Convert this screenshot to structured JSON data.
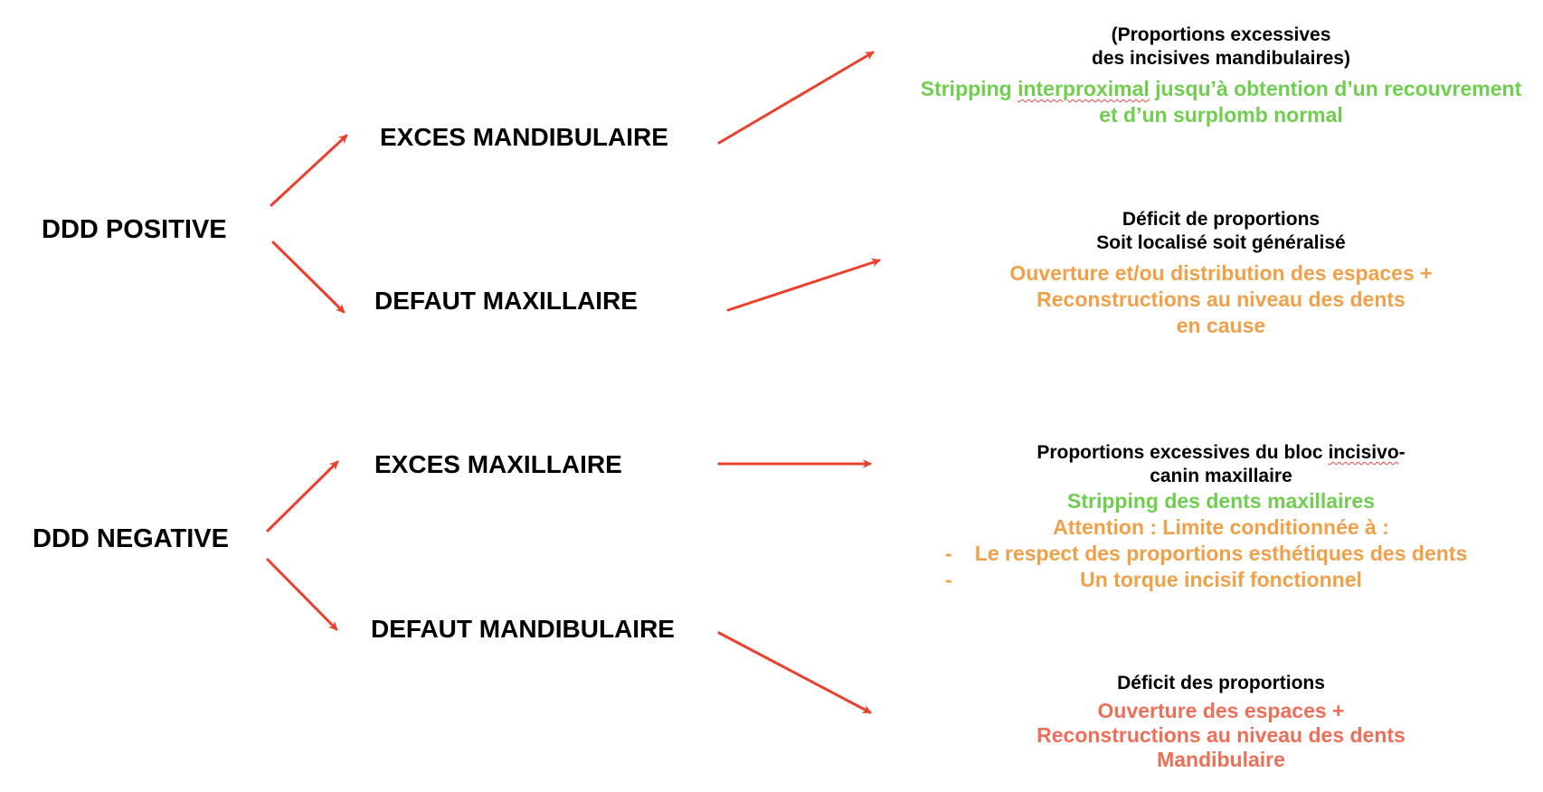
{
  "colors": {
    "arrow": "#e8412d",
    "green": "#6fce4e",
    "orange": "#f0a048",
    "salmon": "#ee6f58",
    "text": "#000000"
  },
  "left": {
    "positive": "DDD POSITIVE",
    "negative": "DDD NEGATIVE"
  },
  "middle": {
    "exces_mandibulaire": "EXCES MANDIBULAIRE",
    "defaut_maxillaire": "DEFAUT MAXILLAIRE",
    "exces_maxillaire": "EXCES MAXILLAIRE",
    "defaut_mandibulaire": "DEFAUT MANDIBULAIRE"
  },
  "right": {
    "b1": {
      "heading": [
        "(Proportions excessives",
        "des incisives mandibulaires)"
      ],
      "treatment_a": "Stripping ",
      "treatment_word": "interproximal",
      "treatment_b": " jusqu’à obtention d’un recouvrement",
      "treatment_2": "et d’un  surplomb normal"
    },
    "b2": {
      "heading": [
        "Déficit de proportions",
        "Soit localisé soit généralisé"
      ],
      "treatment": [
        "Ouverture et/ou distribution des espaces +",
        "Reconstructions au niveau des dents",
        "en cause"
      ]
    },
    "b3": {
      "heading_a": "Proportions excessives du bloc ",
      "heading_word": "incisivo",
      "heading_b": "-",
      "heading_2": "canin maxillaire",
      "treatment": "Stripping des dents maxillaires",
      "attention": "Attention : Limite conditionnée à :",
      "bullet_dash": "-",
      "bullets": [
        "Le respect des proportions esthétiques des dents",
        "Un torque incisif fonctionnel"
      ]
    },
    "b4": {
      "heading": "Déficit des proportions",
      "treatment": [
        "Ouverture des espaces +",
        "Reconstructions au niveau des dents",
        "Mandibulaire"
      ]
    }
  }
}
